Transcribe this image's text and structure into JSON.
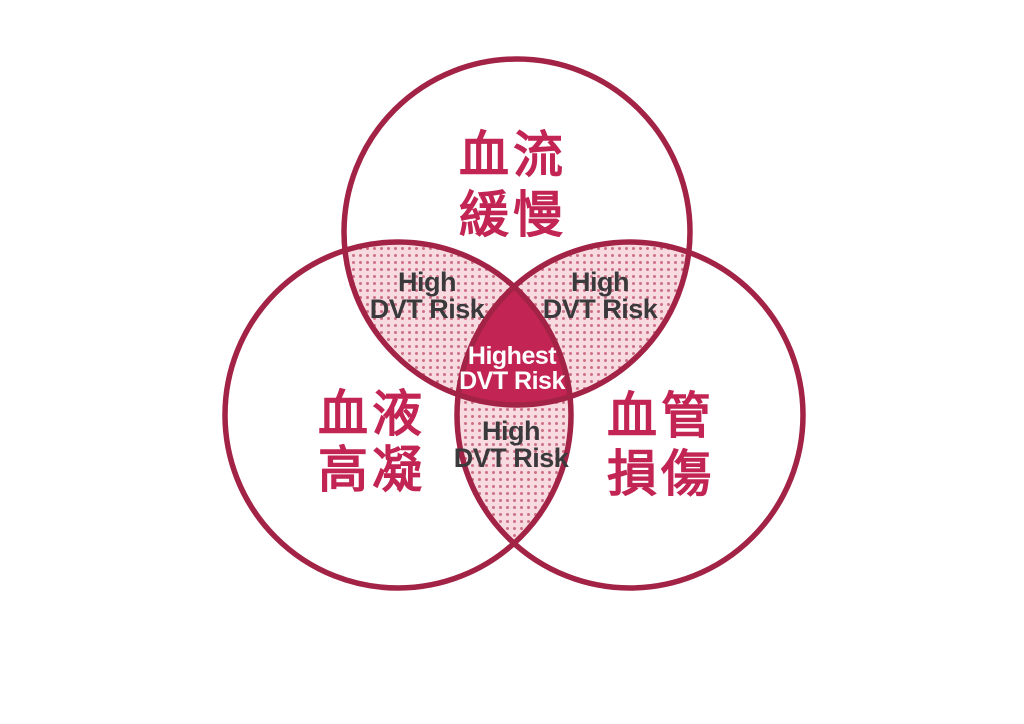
{
  "colors": {
    "background": "#FFFFFF",
    "circle_outline": "#A22346",
    "accent_fill": "#C22553",
    "cjk_label_color": "#C22553",
    "overlap_base": "#F8DBE1",
    "overlap_dot": "#CD7086",
    "overlap_text_color": "#3A3A3C",
    "center_text_color": "#FFFFFF"
  },
  "diagram": {
    "type": "venn",
    "circles": {
      "top": {
        "line1": "血流",
        "line2": "緩慢"
      },
      "bottom_left": {
        "line1": "血液",
        "line2": "高凝"
      },
      "bottom_right": {
        "line1": "血管",
        "line2": "損傷"
      }
    },
    "overlaps": {
      "top_left": {
        "line1": "High",
        "line2": "DVT Risk"
      },
      "top_right": {
        "line1": "High",
        "line2": "DVT Risk"
      },
      "bottom": {
        "line1": "High",
        "line2": "DVT Risk"
      },
      "center": {
        "line1": "Highest",
        "line2": "DVT Risk"
      }
    }
  }
}
